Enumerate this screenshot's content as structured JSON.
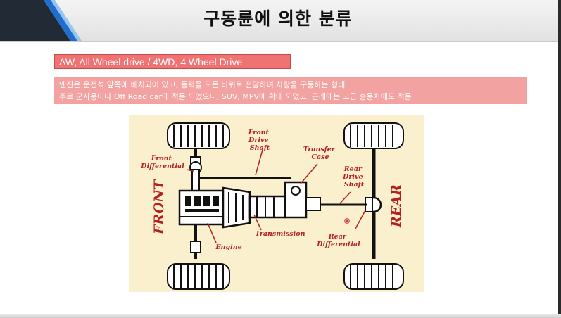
{
  "slide": {
    "title": "구동륜에 의한 분류",
    "subtitle_bar": "AW, All Wheel drive / 4WD, 4 Wheel Drive",
    "description": [
      "엔진은 운전석 앞쪽에 배치되어 있고, 동력을 모든 바퀴로 전달하여 차량을 구동하는 형태",
      "주로 군사용이나 Off Road car에 적용 되었으나, SUV, MPV에 확대 되었고, 근래에는 고급 승용차에도 적용"
    ]
  },
  "diagram": {
    "labels": {
      "front": "FRONT",
      "rear": "REAR",
      "front_drive_shaft": [
        "Front",
        "Drive",
        "Shaft"
      ],
      "transfer_case": [
        "Transfer",
        "Case"
      ],
      "front_differential": [
        "Front",
        "Differential"
      ],
      "rear_drive_shaft": [
        "Rear",
        "Drive",
        "Shaft"
      ],
      "transmission": "Transmission",
      "engine": "Engine",
      "rear_differential": [
        "Rear",
        "Differential"
      ]
    },
    "colors": {
      "background": "#fbf0ce",
      "label": "#b22020",
      "line": "#111111"
    }
  },
  "theme": {
    "accent": "#ef7373",
    "accent_light": "#f3a2a2",
    "header_blue": "#1f6fd0"
  }
}
